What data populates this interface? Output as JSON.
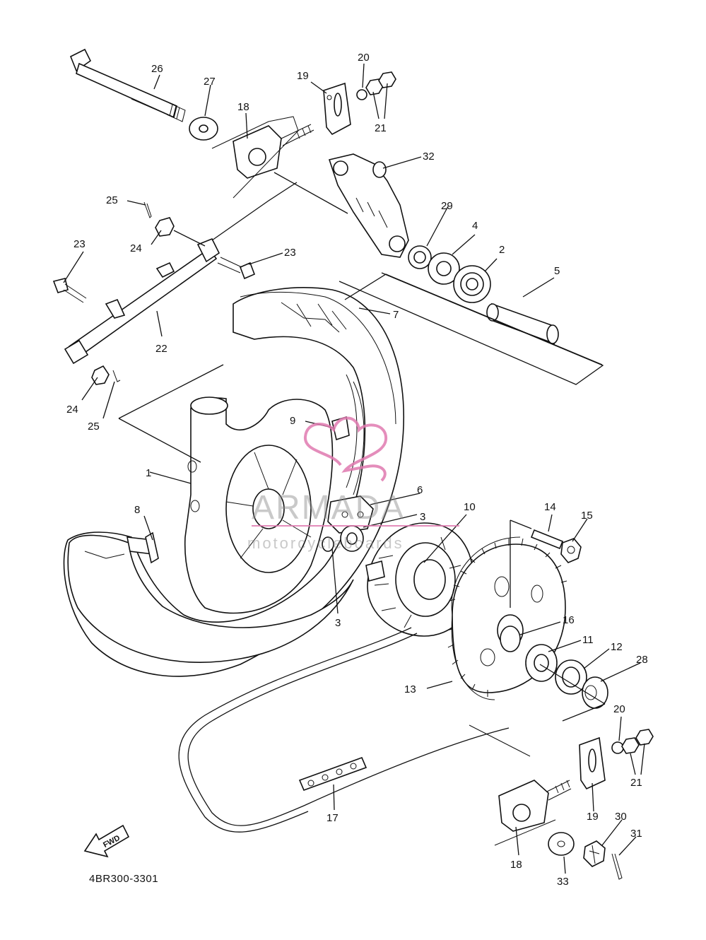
{
  "diagram": {
    "drawing_code": "4BR300-3301",
    "direction_badge": "FWD",
    "watermark": {
      "brand": "ARMADA",
      "tagline": "motorcycleboards",
      "brand_color": "#e07ab0"
    },
    "callouts": [
      {
        "id": "c1",
        "text": "1"
      },
      {
        "id": "c2",
        "text": "2"
      },
      {
        "id": "c3a",
        "text": "3"
      },
      {
        "id": "c3b",
        "text": "3"
      },
      {
        "id": "c4",
        "text": "4"
      },
      {
        "id": "c5",
        "text": "5"
      },
      {
        "id": "c6",
        "text": "6"
      },
      {
        "id": "c7",
        "text": "7"
      },
      {
        "id": "c8",
        "text": "8"
      },
      {
        "id": "c9",
        "text": "9"
      },
      {
        "id": "c10",
        "text": "10"
      },
      {
        "id": "c11",
        "text": "11"
      },
      {
        "id": "c12",
        "text": "12"
      },
      {
        "id": "c13",
        "text": "13"
      },
      {
        "id": "c14",
        "text": "14"
      },
      {
        "id": "c15",
        "text": "15"
      },
      {
        "id": "c16",
        "text": "16"
      },
      {
        "id": "c17",
        "text": "17"
      },
      {
        "id": "c18a",
        "text": "18"
      },
      {
        "id": "c18b",
        "text": "18"
      },
      {
        "id": "c19a",
        "text": "19"
      },
      {
        "id": "c19b",
        "text": "19"
      },
      {
        "id": "c20a",
        "text": "20"
      },
      {
        "id": "c20b",
        "text": "20"
      },
      {
        "id": "c21a",
        "text": "21"
      },
      {
        "id": "c21b",
        "text": "21"
      },
      {
        "id": "c22",
        "text": "22"
      },
      {
        "id": "c23a",
        "text": "23"
      },
      {
        "id": "c23b",
        "text": "23"
      },
      {
        "id": "c24a",
        "text": "24"
      },
      {
        "id": "c24b",
        "text": "24"
      },
      {
        "id": "c25a",
        "text": "25"
      },
      {
        "id": "c25b",
        "text": "25"
      },
      {
        "id": "c26",
        "text": "26"
      },
      {
        "id": "c27",
        "text": "27"
      },
      {
        "id": "c28",
        "text": "28"
      },
      {
        "id": "c29",
        "text": "29"
      },
      {
        "id": "c30",
        "text": "30"
      },
      {
        "id": "c31",
        "text": "31"
      },
      {
        "id": "c32",
        "text": "32"
      },
      {
        "id": "c33",
        "text": "33"
      }
    ]
  }
}
